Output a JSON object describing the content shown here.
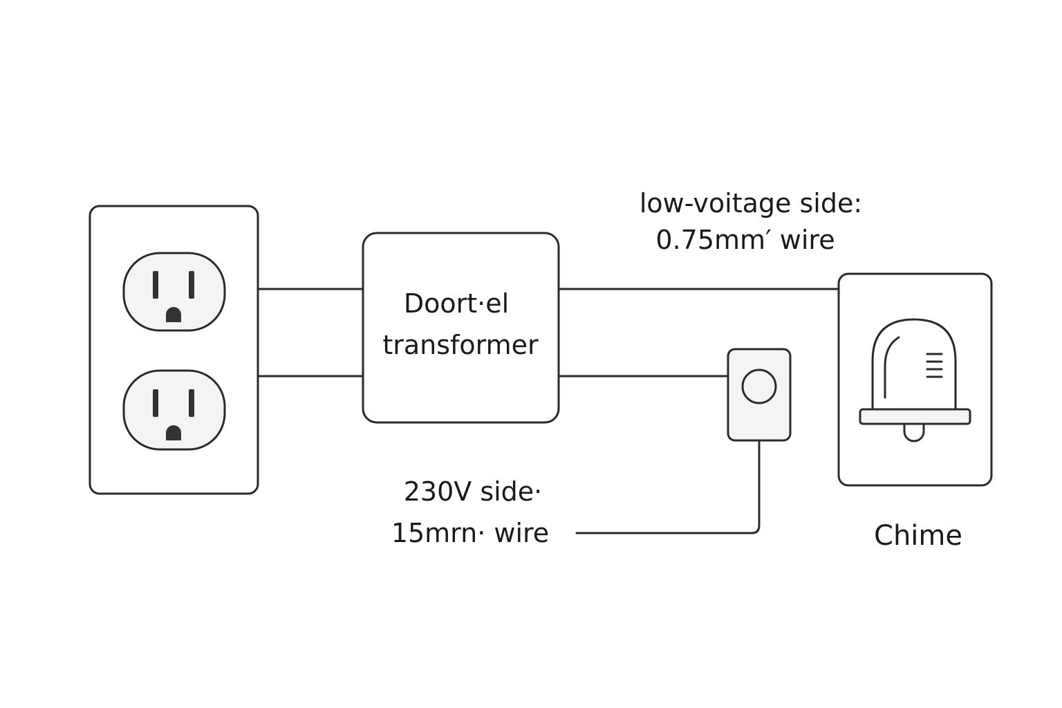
{
  "transformer": {
    "line1": "Doort·el",
    "line2": "transformer"
  },
  "low_voltage": {
    "line1": "low-voitage side:",
    "line2": "0.75mm′ wire"
  },
  "mains": {
    "line1": "230V side·",
    "line2": "15mrn· wire"
  },
  "chime": {
    "label": "Chime"
  },
  "colors": {
    "stroke": "#2a2a2a",
    "outlet_face": "#f4f4f4",
    "background": "#ffffff"
  }
}
